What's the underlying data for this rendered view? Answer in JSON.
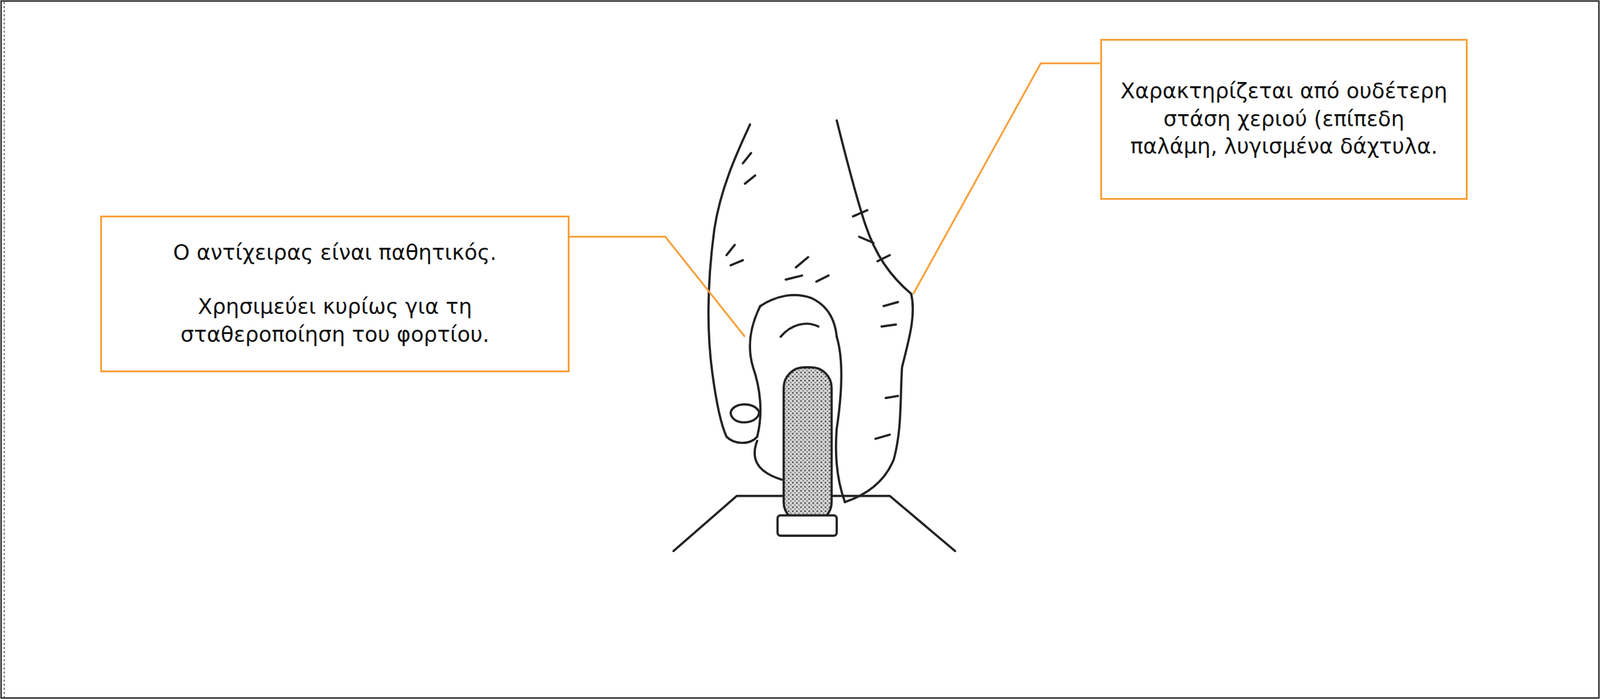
{
  "diagram": {
    "nodes": [
      {
        "text": [
          "Ο αντίχειρας είναι παθητικός.",
          "Χρησιμεύει κυρίως για τη σταθεροποίηση του φορτίου."
        ]
      },
      {
        "text": [
          "Χαρακτηρίζεται από ουδέτερη στάση χεριού (επίπεδη παλάμη, λυγισμένα δάχτυλα."
        ]
      }
    ]
  }
}
